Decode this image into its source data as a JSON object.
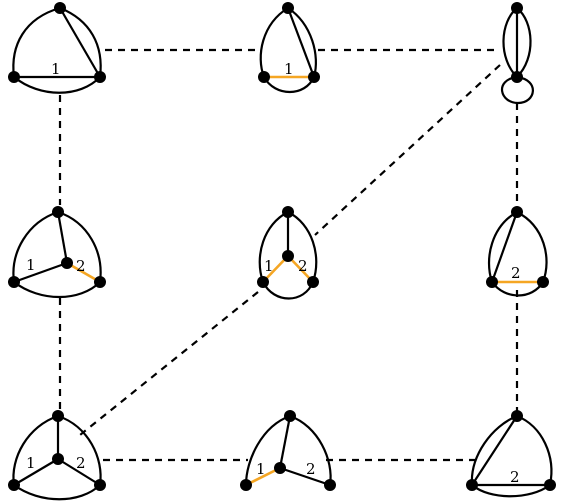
{
  "graphs": [
    {
      "id": "g11",
      "labels": [
        "1"
      ]
    },
    {
      "id": "g12",
      "labels": [
        "1"
      ]
    },
    {
      "id": "g13",
      "labels": []
    },
    {
      "id": "g21",
      "labels": [
        "1",
        "2"
      ]
    },
    {
      "id": "g22",
      "labels": [
        "1",
        "2"
      ]
    },
    {
      "id": "g23",
      "labels": [
        "2"
      ]
    },
    {
      "id": "g31",
      "labels": [
        "1",
        "2"
      ]
    },
    {
      "id": "g32",
      "labels": [
        "1",
        "2"
      ]
    },
    {
      "id": "g33",
      "labels": [
        "2"
      ]
    }
  ],
  "connections": [
    [
      "g11",
      "g12"
    ],
    [
      "g12",
      "g13"
    ],
    [
      "g11",
      "g21"
    ],
    [
      "g21",
      "g31"
    ],
    [
      "g13",
      "g22"
    ],
    [
      "g22",
      "g31"
    ],
    [
      "g13",
      "g23"
    ],
    [
      "g23",
      "g33"
    ],
    [
      "g31",
      "g32"
    ],
    [
      "g32",
      "g33"
    ]
  ],
  "colors": {
    "edge": "#000000",
    "highlight": "#f5a623"
  }
}
